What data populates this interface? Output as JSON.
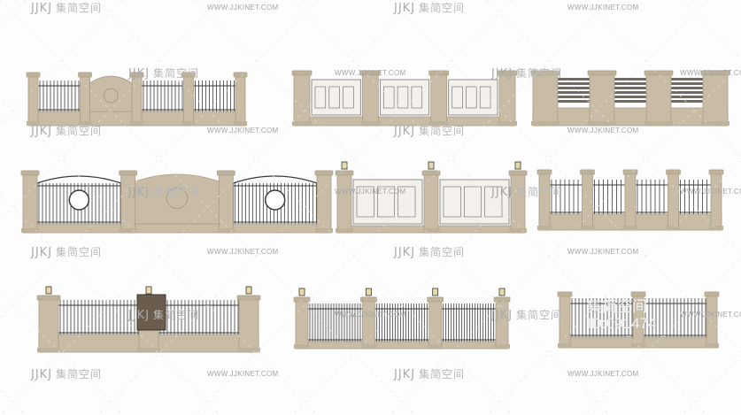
{
  "watermark": {
    "logo_mark": "JJKJ",
    "logo_text": "集简空间",
    "url": "WWW.JJKINET.COM"
  },
  "overlay": {
    "title": "集简空间",
    "id_label": "ID:091474"
  },
  "colors": {
    "stone": "#c9bca6",
    "stone_dark": "#a99c86",
    "iron": "#3b3b3b",
    "background": "#fdfdfd"
  }
}
